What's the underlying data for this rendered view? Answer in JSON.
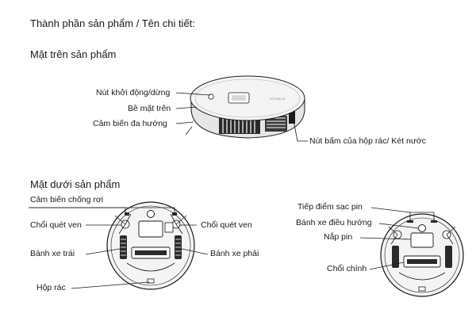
{
  "page": {
    "title": "Thành phần sản phẩm / Tên chi tiết:",
    "top_section_title": "Mặt trên sản phẩm",
    "bottom_section_title": "Mặt dưới sản phẩm"
  },
  "top_view_labels": {
    "start_button": "Nút khởi động/dừng",
    "top_surface": "Bề mặt trên",
    "multi_sensor": "Cảm biến đa hướng",
    "bin_release_button": "Nút bấm của hộp rác/ Két nước"
  },
  "bottom_left_labels": {
    "cliff_sensor": "Cảm biến chống rơi",
    "side_brush_left": "Chổi quét ven",
    "side_brush_right": "Chổi quét ven",
    "left_wheel": "Bánh xe trái",
    "right_wheel": "Bánh xe phải",
    "dust_bin": "Hộp rác"
  },
  "bottom_right_labels": {
    "charge_contacts": "Tiếp điểm sạc pin",
    "caster_wheel": "Bánh xe điều hướng",
    "battery_cover": "Nắp pin",
    "main_brush": "Chổi chính"
  },
  "colors": {
    "line": "#1a1a1a",
    "body_fill": "#f4f4f4",
    "dark_fill": "#2a2a2a"
  }
}
